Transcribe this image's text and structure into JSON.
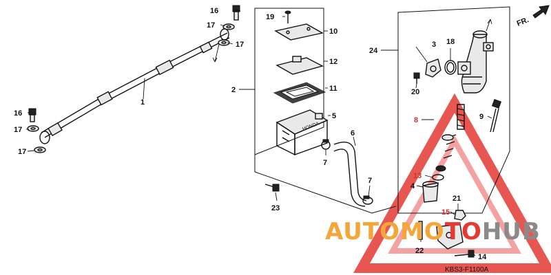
{
  "diagram": {
    "code": "KBS3-F1100A",
    "direction_label": "FR.",
    "watermark": {
      "prefix": "AUTOMO",
      "mid": "TO",
      "suffix": "HUB"
    },
    "callouts": {
      "c1": "1",
      "c2": "2",
      "c3": "3",
      "c4": "4",
      "c5": "5",
      "c6": "6",
      "c7_a": "7",
      "c7_b": "7",
      "c8": "8",
      "c9": "9",
      "c10": "10",
      "c11": "11",
      "c12": "12",
      "c13": "13",
      "c14": "14",
      "c15": "15",
      "c16_a": "16",
      "c16_b": "16",
      "c17_a": "17",
      "c17_b": "17",
      "c17_c": "17",
      "c17_d": "17",
      "c18": "18",
      "c19": "19",
      "c20": "20",
      "c21": "21",
      "c22": "22",
      "c23": "23",
      "c24": "24"
    },
    "colors": {
      "watermark_orange": "#f5a63a",
      "watermark_red": "#e53935",
      "watermark_grey": "#8a8a8a",
      "callout_red": "#d32f2f"
    }
  }
}
